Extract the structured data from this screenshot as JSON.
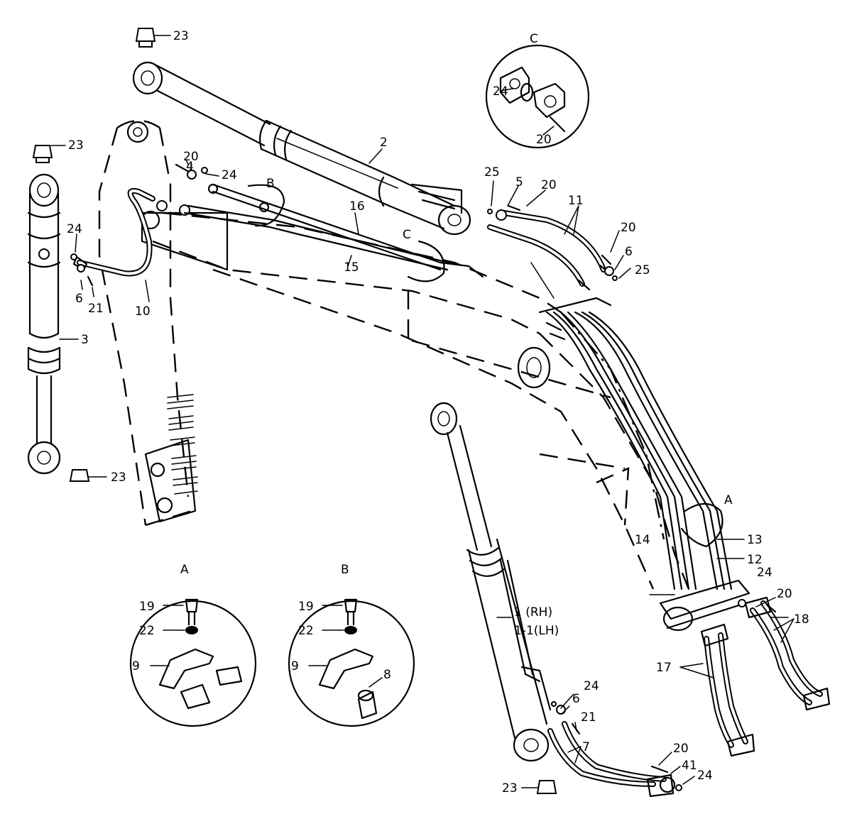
{
  "diagram": {
    "detail_labels": {
      "a": "A",
      "b": "B",
      "c": "C"
    },
    "callouts": {
      "c23_top": "23",
      "c23_left": "23",
      "c23_bottom_left": "23",
      "c23_bottom": "23",
      "c2": "2",
      "c3": "3",
      "c20_a": "20",
      "c4": "4",
      "c24_a": "24",
      "c24_b": "24",
      "c6_a": "6",
      "c21_a": "21",
      "c10": "10",
      "c16": "16",
      "c15": "15",
      "c25_a": "25",
      "c5": "5",
      "c20_b": "20",
      "c11": "11",
      "c20_c": "20",
      "c6_b": "6",
      "c25_b": "25",
      "c13": "13",
      "c12": "12",
      "c14": "14",
      "c24_c": "24",
      "c20_d": "20",
      "c18": "18",
      "c17": "17",
      "c1_rh": "1 (RH)",
      "c1_lh": "1-1(LH)",
      "c24_d": "24",
      "c6_c": "6",
      "c21_b": "21",
      "c7": "7",
      "c20_e": "20",
      "c41": "41",
      "c24_e": "24",
      "detC_24": "24",
      "detC_20": "20",
      "detA_19": "19",
      "detA_22": "22",
      "detA_9": "9",
      "detB_19": "19",
      "detB_22": "22",
      "detB_9": "9",
      "detB_8": "8"
    }
  }
}
